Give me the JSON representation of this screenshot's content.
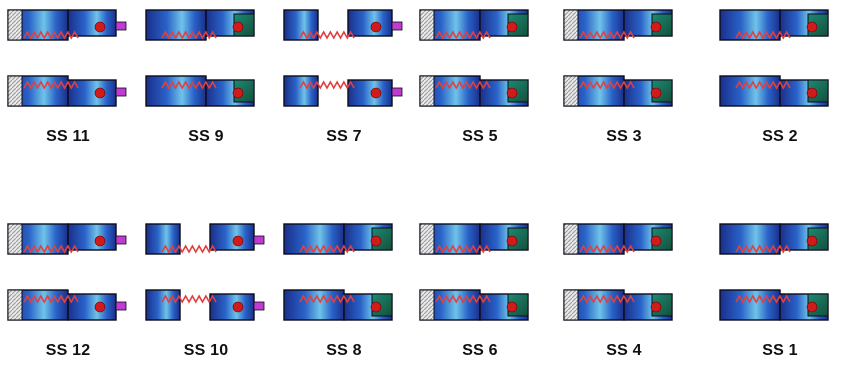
{
  "figure": {
    "rows": [
      [
        {
          "label": "SS 11",
          "gap_pos": "top",
          "variant": 1
        },
        {
          "label": "SS 9",
          "gap_pos": "top",
          "variant": 2
        },
        {
          "label": "SS 7",
          "gap_pos": "mid",
          "variant": 3
        },
        {
          "label": "SS 5",
          "gap_pos": "mid",
          "variant": 4
        },
        {
          "label": "SS 3",
          "gap_pos": "top",
          "variant": 5
        },
        {
          "label": "SS 2",
          "gap_pos": "top",
          "variant": 6
        }
      ],
      [
        {
          "label": "SS 12",
          "gap_pos": "top",
          "variant": 1
        },
        {
          "label": "SS 10",
          "gap_pos": "mid",
          "variant": 3
        },
        {
          "label": "SS 8",
          "gap_pos": "top",
          "variant": 2
        },
        {
          "label": "SS 6",
          "gap_pos": "mid",
          "variant": 4
        },
        {
          "label": "SS 4",
          "gap_pos": "top",
          "variant": 5
        },
        {
          "label": "SS 1",
          "gap_pos": "top",
          "variant": 6
        }
      ]
    ]
  },
  "colors": {
    "deep_blue": "#1a2f8a",
    "mid_blue": "#2a63c9",
    "light_blue": "#6fc3e8",
    "dark_green": "#14503a",
    "teal": "#1d8a73",
    "red_dot": "#d11a1a",
    "red_line": "#e24040",
    "magenta": "#c03bd0",
    "outline": "#0b0b1a",
    "hatch": "#9a9a9a"
  }
}
